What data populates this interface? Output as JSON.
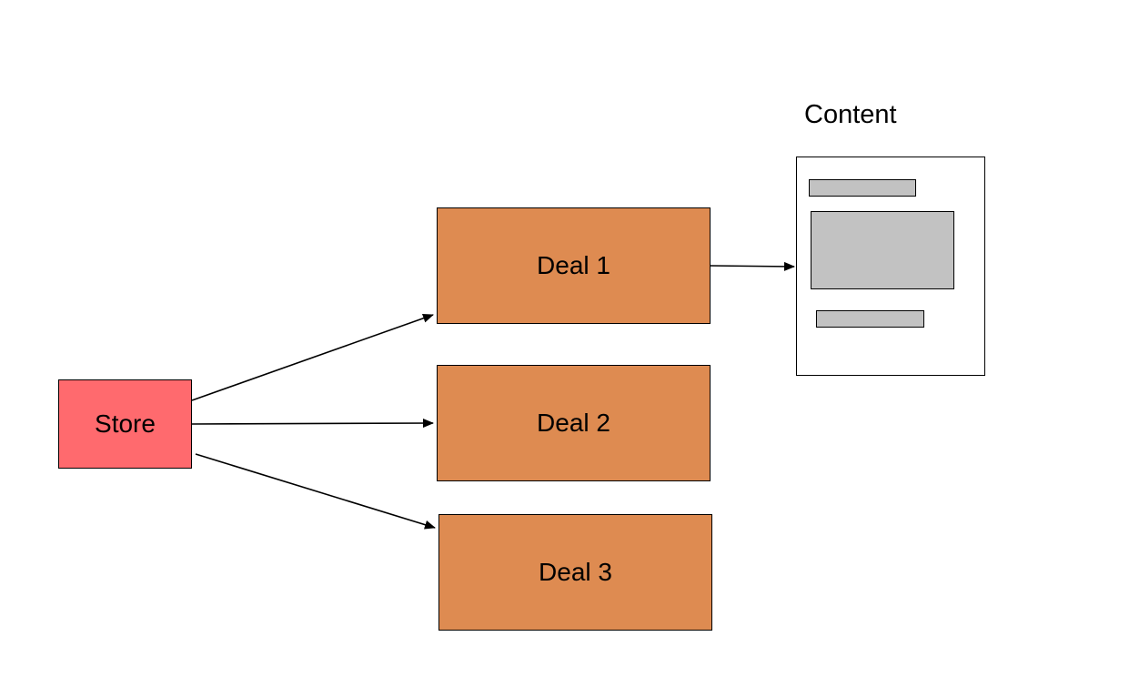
{
  "nodes": {
    "store": {
      "label": "Store",
      "color": "#ff6a6e"
    },
    "deal1": {
      "label": "Deal 1",
      "color": "#de8b51"
    },
    "deal2": {
      "label": "Deal 2",
      "color": "#de8b51"
    },
    "deal3": {
      "label": "Deal 3",
      "color": "#de8b51"
    }
  },
  "content": {
    "title": "Content",
    "placeholder_color": "#c2c2c2"
  },
  "edges": [
    {
      "from": "store",
      "to": "deal1"
    },
    {
      "from": "store",
      "to": "deal2"
    },
    {
      "from": "store",
      "to": "deal3"
    },
    {
      "from": "deal1",
      "to": "content"
    }
  ],
  "colors": {
    "line": "#000000",
    "background": "#ffffff"
  }
}
